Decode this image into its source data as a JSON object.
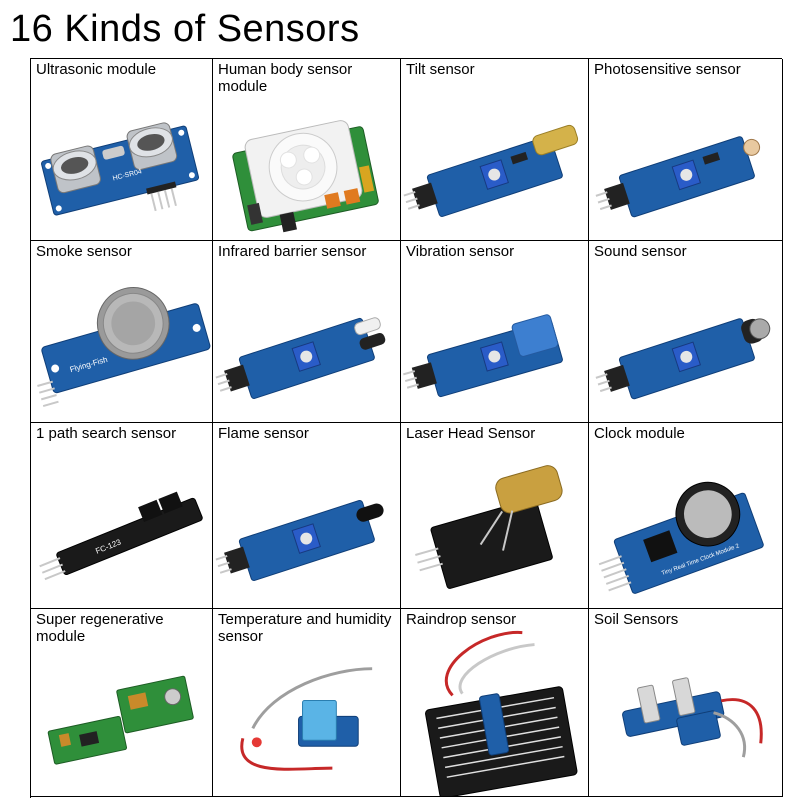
{
  "title": "16 Kinds of Sensors",
  "sensors": [
    {
      "label": "Ultrasonic module"
    },
    {
      "label": "Human body sensor module"
    },
    {
      "label": "Tilt sensor"
    },
    {
      "label": "Photosensitive sensor"
    },
    {
      "label": "Smoke sensor"
    },
    {
      "label": "Infrared barrier sensor"
    },
    {
      "label": "Vibration sensor"
    },
    {
      "label": "Sound sensor"
    },
    {
      "label": "1 path search sensor"
    },
    {
      "label": "Flame sensor"
    },
    {
      "label": "Laser Head Sensor"
    },
    {
      "label": "Clock module"
    },
    {
      "label": "Super regenerative module"
    },
    {
      "label": "Temperature and humidity sensor"
    },
    {
      "label": "Raindrop sensor"
    },
    {
      "label": "Soil Sensors"
    }
  ],
  "pcb_text": {
    "ultrasonic": "HC-SR04",
    "smoke": "Flying-Fish",
    "path": "FC-123",
    "clock": "Tiny Real Time Clock Module 2"
  },
  "colors": {
    "pcb_blue": "#1f5fa8",
    "pcb_dark": "#0f3e78",
    "pot_blue": "#2a5cc8",
    "pin": "#c8c8c8",
    "black_pcb": "#1a1a1a",
    "green_pcb": "#2f8f3a"
  }
}
